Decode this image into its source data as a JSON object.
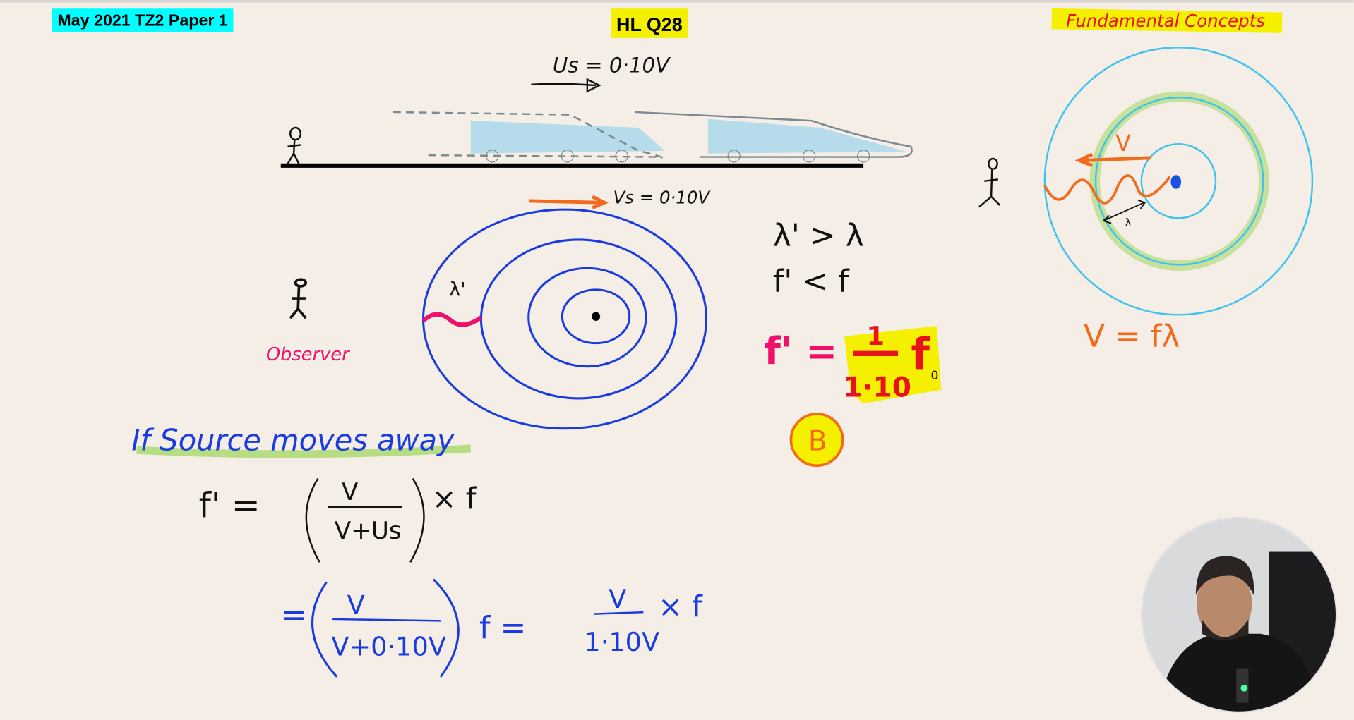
{
  "header": {
    "paper_label": "May 2021 TZ2 Paper 1",
    "question_label": "HL Q28",
    "concepts_label": "Fundamental Concepts"
  },
  "train_diagram": {
    "source_speed": "Us = 0·10V"
  },
  "wavefront_diagram": {
    "source_speed": "Vs = 0·10V",
    "wavelength_label": "λ'",
    "observer_label": "Observer"
  },
  "notes": {
    "line1": "λ' > λ",
    "line2": "f' < f",
    "result_lhs": "f' =",
    "result_num": "1",
    "result_den": "1·10",
    "result_f": "f",
    "result_sub": "0",
    "answer": "B"
  },
  "concepts_diagram": {
    "velocity_label": "V",
    "wavelength_label": "λ",
    "equation": "V = fλ"
  },
  "derivation": {
    "heading": "If Source moves away",
    "line1_lhs": "f' =",
    "line1_num": "V",
    "line1_den": "V+Us",
    "line1_rhs": "× f",
    "line2_eq": "=",
    "line2_num": "V",
    "line2_den": "V+0·10V",
    "line2_f": "f  =",
    "line2_num2": "V",
    "line2_den2": "1·10V",
    "line2_rhs": "× f"
  },
  "colors": {
    "background": "#f5eee7",
    "cyan": "#00ffff",
    "yellow": "#f5f000",
    "blue": "#1a3be0",
    "pink": "#f0106a",
    "orange": "#f26a1b",
    "light_blue": "#3cc3ee",
    "green_highlight": "#a8d86a"
  }
}
